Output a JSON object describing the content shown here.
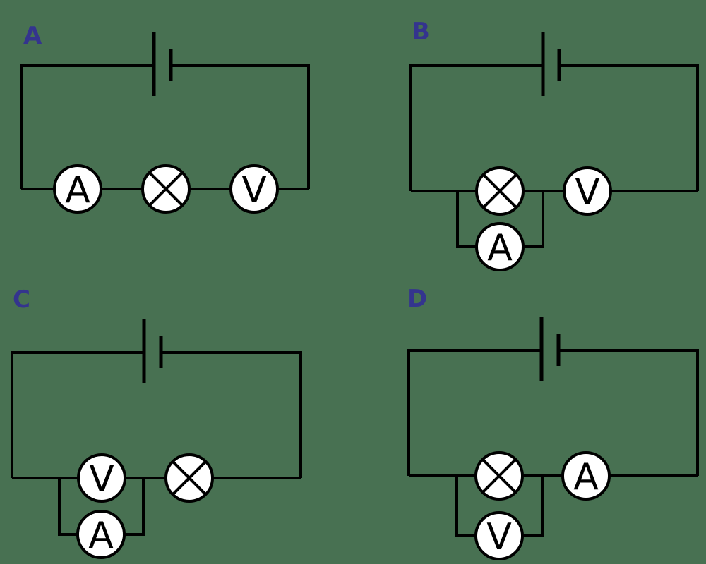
{
  "title": "circuit-options-diagram",
  "colors": {
    "background": "#487152",
    "wire": "#000000",
    "label": "#34348e",
    "meter_fill": "#ffffff",
    "meter_text": "#000000"
  },
  "circuits": [
    {
      "label": "A",
      "description": "battery with ammeter, lamp and voltmeter all in series",
      "components": [
        {
          "type": "ammeter",
          "letter": "A"
        },
        {
          "type": "lamp",
          "letter": ""
        },
        {
          "type": "voltmeter",
          "letter": "V"
        }
      ],
      "parallel": null
    },
    {
      "label": "B",
      "description": "battery with lamp and voltmeter in series, ammeter in parallel with lamp",
      "components": [
        {
          "type": "lamp",
          "letter": ""
        },
        {
          "type": "voltmeter",
          "letter": "V"
        }
      ],
      "parallel": {
        "type": "ammeter",
        "letter": "A",
        "across": "lamp"
      }
    },
    {
      "label": "C",
      "description": "battery with voltmeter and lamp in series, ammeter in parallel with voltmeter",
      "components": [
        {
          "type": "voltmeter",
          "letter": "V"
        },
        {
          "type": "lamp",
          "letter": ""
        }
      ],
      "parallel": {
        "type": "ammeter",
        "letter": "A",
        "across": "voltmeter"
      }
    },
    {
      "label": "D",
      "description": "battery with lamp and ammeter in series, voltmeter in parallel with lamp",
      "components": [
        {
          "type": "lamp",
          "letter": ""
        },
        {
          "type": "ammeter",
          "letter": "A"
        }
      ],
      "parallel": {
        "type": "voltmeter",
        "letter": "V",
        "across": "lamp"
      }
    }
  ]
}
